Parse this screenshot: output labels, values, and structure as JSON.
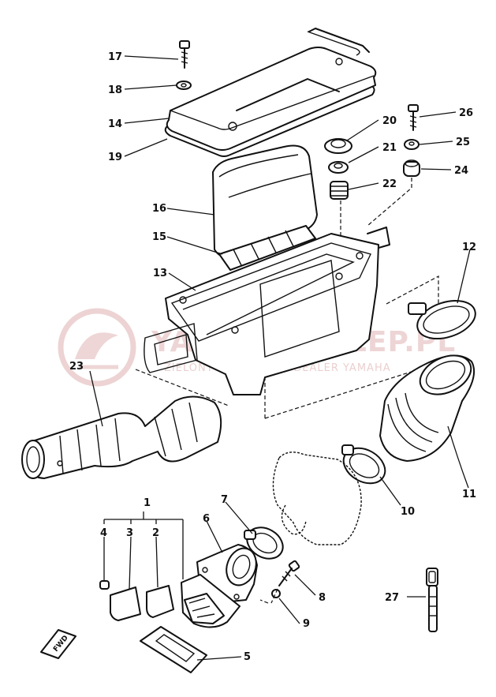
{
  "diagram": {
    "part_numbers": [
      "1",
      "2",
      "3",
      "4",
      "5",
      "6",
      "7",
      "8",
      "9",
      "10",
      "11",
      "12",
      "13",
      "14",
      "15",
      "16",
      "17",
      "18",
      "19",
      "20",
      "21",
      "22",
      "23",
      "24",
      "25",
      "26",
      "27"
    ],
    "direction_tag": "FWD",
    "watermark": {
      "main": "YAMAHA-SKLEP.PL",
      "sub": "ZIELONY BOROWICZ / DEALER YAMAHA"
    }
  }
}
